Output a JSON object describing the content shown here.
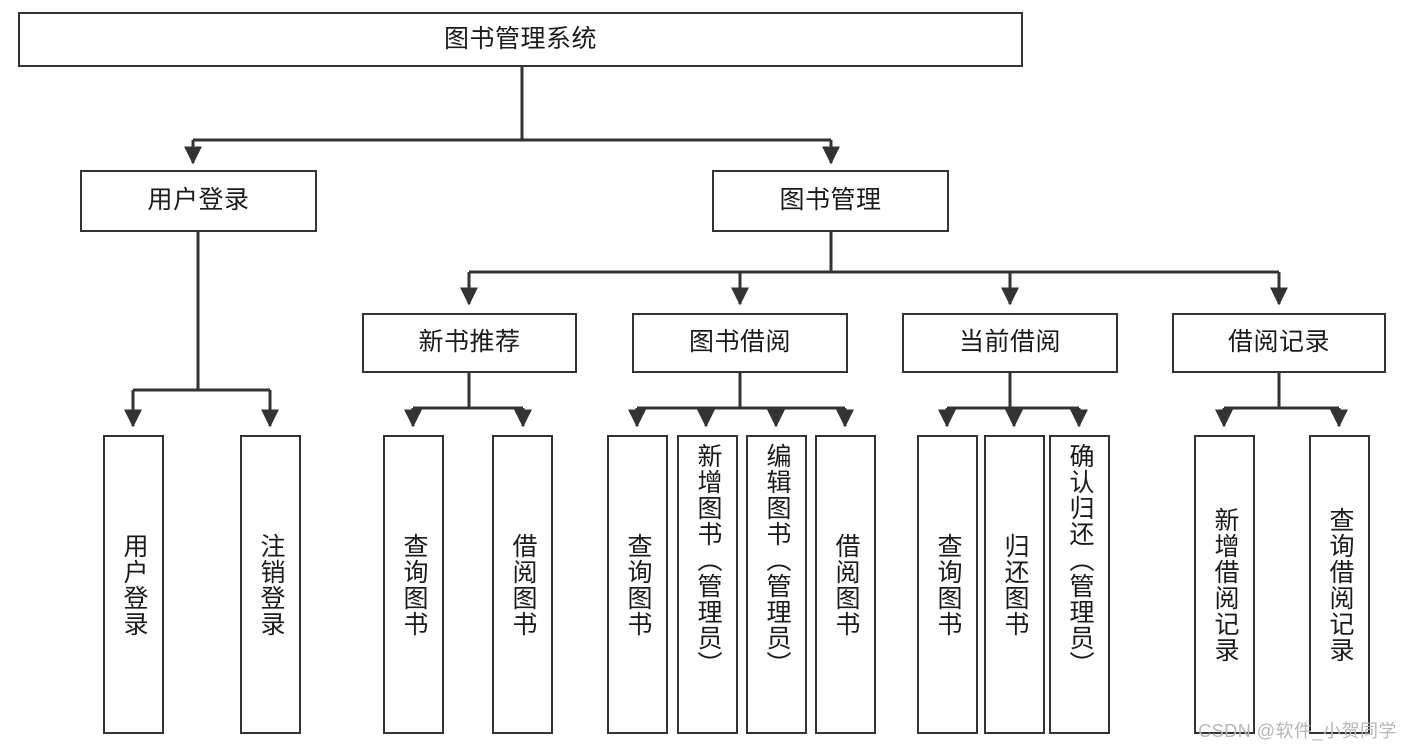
{
  "diagram": {
    "title": "图书管理系统",
    "watermark": "CSDN @软件_小贺同学",
    "line_color": "#333333",
    "box_fill": "#ffffff",
    "text_color": "#1b1b1b"
  },
  "nodes": {
    "root": {
      "label": "图书管理系统"
    },
    "level2": [
      {
        "label": "用户登录"
      },
      {
        "label": "图书管理"
      }
    ],
    "level3": [
      {
        "label": "新书推荐"
      },
      {
        "label": "图书借阅"
      },
      {
        "label": "当前借阅"
      },
      {
        "label": "借阅记录"
      }
    ],
    "leaves": [
      {
        "label": "用户登录"
      },
      {
        "label": "注销登录"
      },
      {
        "label": "查询图书"
      },
      {
        "label": "借阅图书"
      },
      {
        "label": "查询图书"
      },
      {
        "label": "新增图书（管理员）"
      },
      {
        "label": "编辑图书（管理员）"
      },
      {
        "label": "借阅图书"
      },
      {
        "label": "查询图书"
      },
      {
        "label": "归还图书"
      },
      {
        "label": "确认归还（管理员）"
      },
      {
        "label": "新增借阅记录"
      },
      {
        "label": "查询借阅记录"
      }
    ]
  }
}
